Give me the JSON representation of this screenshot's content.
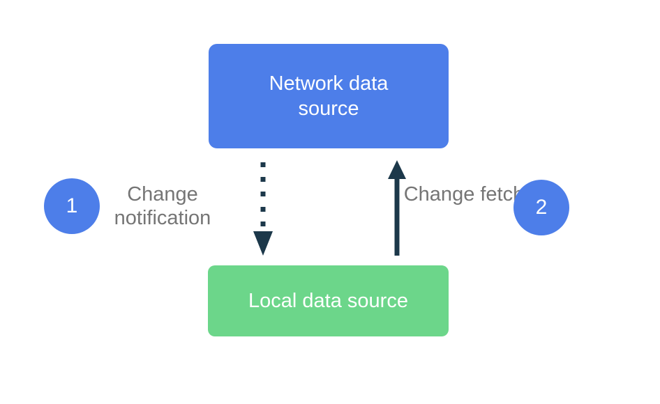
{
  "colors": {
    "background": "#FFFFFF",
    "blue": "#4D7EE9",
    "green": "#6CD68A",
    "navy": "#1C384A",
    "gray": "#757575",
    "text_on_fill": "#FFFFFF"
  },
  "nodes": {
    "network": {
      "label": "Network data source"
    },
    "local": {
      "label": "Local data source"
    }
  },
  "steps": {
    "step1": {
      "number": "1",
      "label": "Change notification"
    },
    "step2": {
      "number": "2",
      "label": "Change fetch"
    }
  },
  "icons": {
    "arrow_down": "dotted-down-arrow-icon",
    "arrow_up": "solid-up-arrow-icon"
  }
}
